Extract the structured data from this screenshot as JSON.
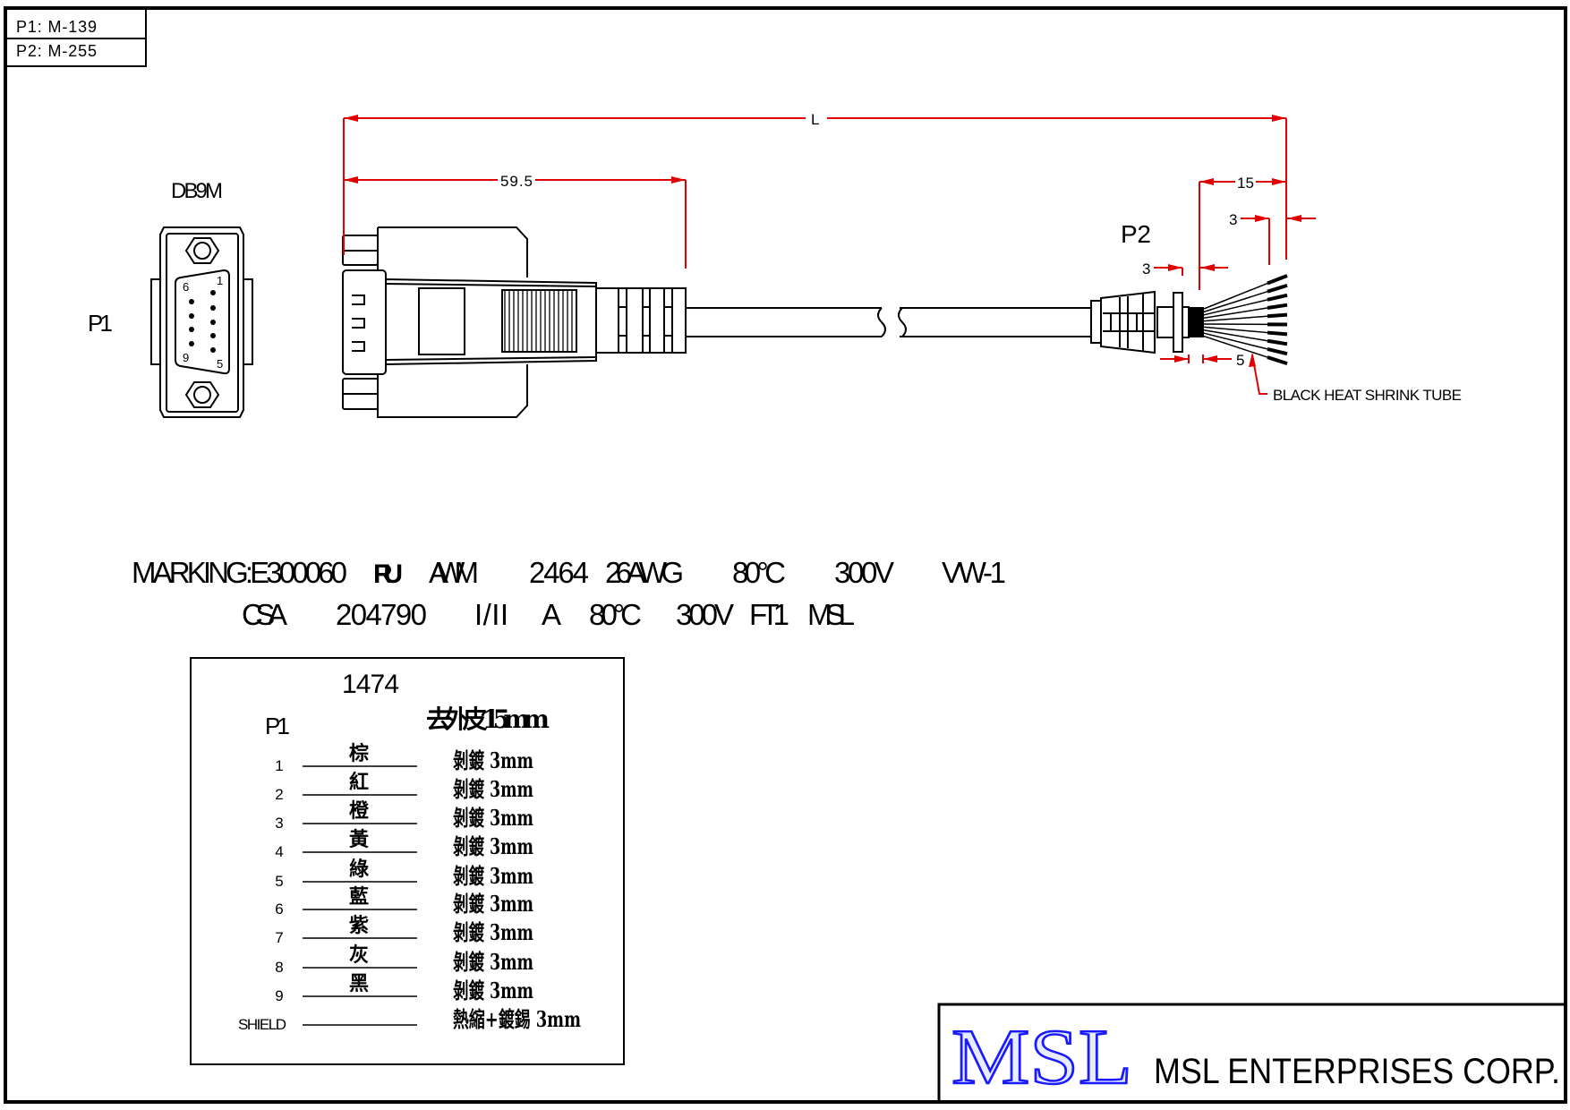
{
  "title_box": {
    "p1": "P1: M-139",
    "p2": "P2: M-255"
  },
  "drawing": {
    "connector_type": "DB9M",
    "p1_label": "P1",
    "p2_label": "P2",
    "dims": {
      "overall": "L",
      "p1_length": "59.5",
      "strip_jacket": "15",
      "strip_wire": "3",
      "tube_gap": "3",
      "tube_length": "5"
    },
    "callout": "BLACK HEAT SHRINK TUBE",
    "pin_labels": {
      "pin1": "1",
      "pin5": "5",
      "pin6": "6",
      "pin9": "9"
    }
  },
  "marking": {
    "line1": [
      "MARKING:E300060",
      "AWM",
      "2464",
      "26AWG",
      "80°C",
      "300V",
      "VW-1"
    ],
    "ul_mark": "RU",
    "line2": [
      "CSA",
      "204790",
      "I/II",
      "A",
      "80°C",
      "300V",
      "FT1",
      "MSL"
    ]
  },
  "wiring_table": {
    "part_no": "1474",
    "p1_header": "P1",
    "strip_note": "去外皮 15mm",
    "rows": [
      {
        "pin": "1",
        "color": "棕",
        "note": "剝鍍 3mm"
      },
      {
        "pin": "2",
        "color": "紅",
        "note": "剝鍍 3mm"
      },
      {
        "pin": "3",
        "color": "橙",
        "note": "剝鍍 3mm"
      },
      {
        "pin": "4",
        "color": "黃",
        "note": "剝鍍 3mm"
      },
      {
        "pin": "5",
        "color": "綠",
        "note": "剝鍍 3mm"
      },
      {
        "pin": "6",
        "color": "藍",
        "note": "剝鍍 3mm"
      },
      {
        "pin": "7",
        "color": "紫",
        "note": "剝鍍 3mm"
      },
      {
        "pin": "8",
        "color": "灰",
        "note": "剝鍍 3mm"
      },
      {
        "pin": "9",
        "color": "黑",
        "note": "剝鍍 3mm"
      },
      {
        "pin": "SHIELD",
        "color": "",
        "note": "熱縮+鍍錫 3mm"
      }
    ]
  },
  "title_block": {
    "logo": "MSL",
    "company": "MSL ENTERPRISES CORP."
  },
  "colors": {
    "dimension": "#e00000",
    "logo": "#1a1aff"
  }
}
